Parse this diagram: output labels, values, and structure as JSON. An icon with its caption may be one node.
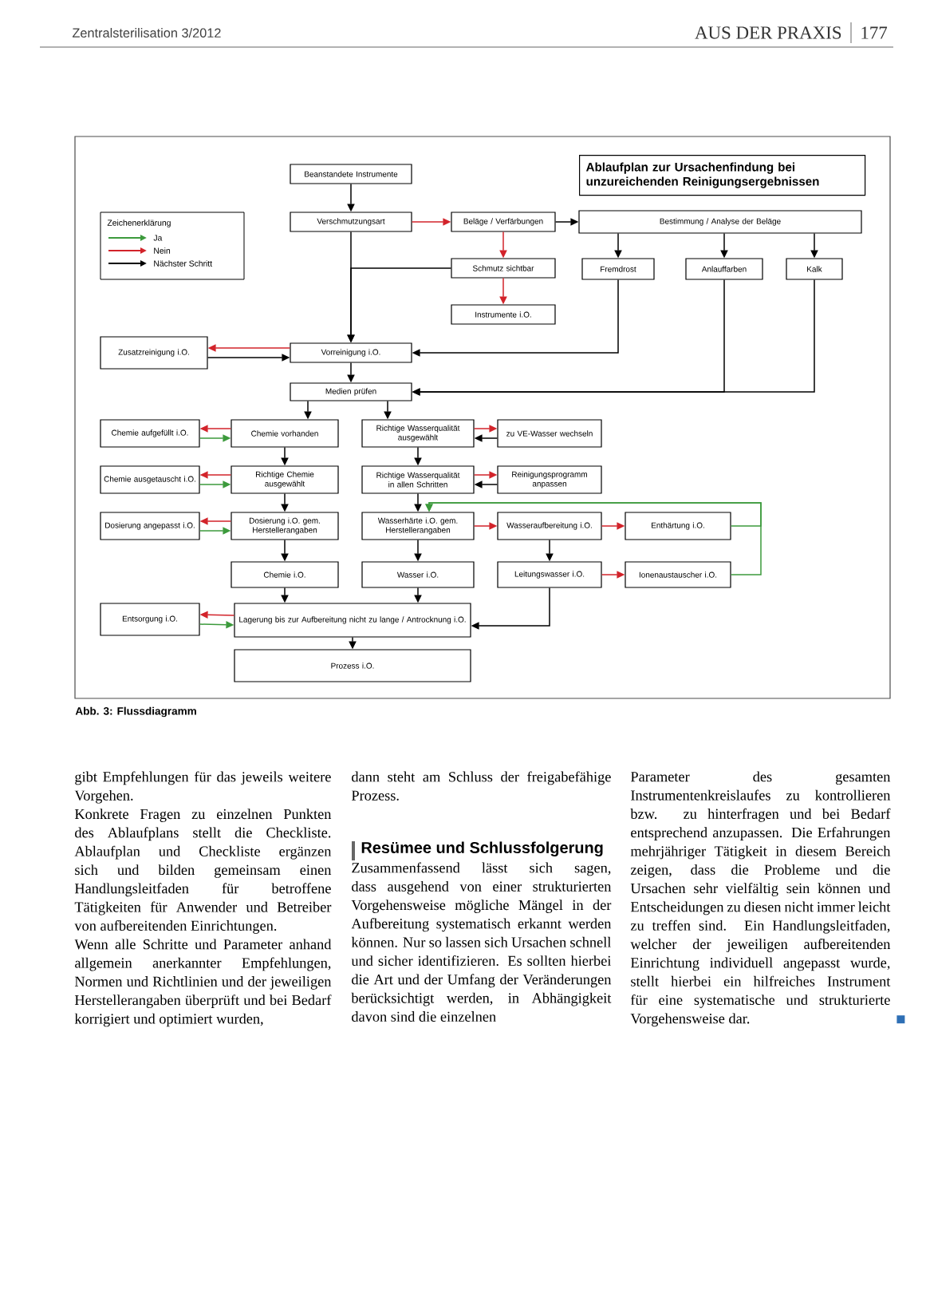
{
  "diagram": {
    "title": "Ablaufplan zur Ursachenfindung bei unzureichenden Reinigungsergebnissen",
    "caption": "Abb. 3: Flussdiagramm",
    "nodes": [
      {
        "text": [
          "Beanstandete Instrumente"
        ]
      },
      {
        "text": [
          "Verschmutzungsart"
        ]
      },
      {
        "text": [
          "Beläge / Verfärbungen"
        ]
      },
      {
        "text": [
          "Bestimmung / Analyse der Beläge"
        ]
      },
      {
        "text": [
          "Schmutz sichtbar"
        ]
      },
      {
        "text": [
          "Fremdrost"
        ]
      },
      {
        "text": [
          "Anlauffarben"
        ]
      },
      {
        "text": [
          "Kalk"
        ]
      },
      {
        "text": [
          "Instrumente i.O."
        ]
      },
      {
        "text": [
          "Zusatzreinigung i.O."
        ]
      },
      {
        "text": [
          "Vorreinigung i.O."
        ]
      },
      {
        "text": [
          "Medien prüfen"
        ]
      },
      {
        "text": [
          "Chemie aufgefüllt i.O."
        ]
      },
      {
        "text": [
          "Chemie vorhanden"
        ]
      },
      {
        "text": [
          "Richtige Wasserqualität ausgewählt"
        ]
      },
      {
        "text": [
          "zu VE-Wasser wechseln"
        ]
      },
      {
        "text": [
          "Chemie ausgetauscht i.O."
        ]
      },
      {
        "text": [
          "Richtige Chemie ausgewählt"
        ]
      },
      {
        "text": [
          "Richtige Wasserqualität in allen Schritten"
        ]
      },
      {
        "text": [
          "Reinigungsprogramm anpassen"
        ]
      },
      {
        "text": [
          "Dosierung angepasst i.O."
        ]
      },
      {
        "text": [
          "Dosierung i.O. gem. Herstellerangaben"
        ]
      },
      {
        "text": [
          "Wasserhärte i.O. gem. Herstellerangaben"
        ]
      },
      {
        "text": [
          "Wasseraufbereitung i.O."
        ]
      },
      {
        "text": [
          "Enthärtung i.O."
        ]
      },
      {
        "text": [
          "Chemie i.O."
        ]
      },
      {
        "text": [
          "Wasser i.O."
        ]
      },
      {
        "text": [
          "Leitungswasser i.O."
        ]
      },
      {
        "text": [
          "Ionenaustauscher i.O."
        ]
      },
      {
        "text": [
          "Entsorgung i.O."
        ]
      },
      {
        "text": [
          "Lagerung bis zur Aufbereitung nicht zu lange / Antrocknung i.O."
        ]
      },
      {
        "text": [
          "Prozess i.O."
        ]
      }
    ],
    "edges": [
      {
        "from": 0,
        "to": 1,
        "arrow": "to"
      },
      {
        "from": 1,
        "to": 2,
        "arrow": "to",
        "color": "#d2232a"
      },
      {
        "from": 2,
        "to": 3,
        "arrow": "to"
      },
      {
        "from": 2,
        "to": 4,
        "arrow": "to",
        "color": "#d2232a"
      },
      {
        "from": 4,
        "to": 8,
        "arrow": "to",
        "color": "#d2232a"
      },
      {
        "from": 3,
        "to": 5,
        "arrow": "to"
      },
      {
        "from": 3,
        "to": 6,
        "arrow": "to"
      },
      {
        "from": 3,
        "to": 7,
        "arrow": "to"
      },
      {
        "from": 1,
        "to": 10,
        "arrow": "to"
      },
      {
        "from": 4,
        "to": 10,
        "arrow": "to"
      },
      {
        "from": 5,
        "to": 10,
        "arrow": "to"
      },
      {
        "from": 10,
        "to": 9,
        "arrow": "to",
        "color": "#d2232a"
      },
      {
        "from": 9,
        "to": 10,
        "arrow": "to"
      },
      {
        "from": 10,
        "to": 11,
        "arrow": "to"
      },
      {
        "from": 6,
        "to": 11,
        "arrow": "to"
      },
      {
        "from": 7,
        "to": 11,
        "arrow": "to"
      },
      {
        "from": 11,
        "to": 13,
        "arrow": "to"
      },
      {
        "from": 11,
        "to": 14,
        "arrow": "to"
      },
      {
        "from": 13,
        "to": 12,
        "arrow": "to",
        "color": "#d2232a"
      },
      {
        "from": 12,
        "to": 13,
        "arrow": "to",
        "color": "#3c9a3c"
      },
      {
        "from": 13,
        "to": 17,
        "arrow": "to"
      },
      {
        "from": 17,
        "to": 16,
        "arrow": "to",
        "color": "#d2232a"
      },
      {
        "from": 16,
        "to": 17,
        "arrow": "to",
        "color": "#3c9a3c"
      },
      {
        "from": 17,
        "to": 21,
        "arrow": "to"
      },
      {
        "from": 21,
        "to": 20,
        "arrow": "to",
        "color": "#d2232a"
      },
      {
        "from": 20,
        "to": 21,
        "arrow": "to",
        "color": "#3c9a3c"
      },
      {
        "from": 21,
        "to": 25,
        "arrow": "to"
      },
      {
        "from": 14,
        "to": 15,
        "arrow": "to",
        "color": "#d2232a"
      },
      {
        "from": 15,
        "to": 14,
        "arrow": "to"
      },
      {
        "from": 14,
        "to": 18,
        "arrow": "to"
      },
      {
        "from": 18,
        "to": 19,
        "arrow": "to",
        "color": "#d2232a"
      },
      {
        "from": 19,
        "to": 18,
        "arrow": "to"
      },
      {
        "from": 18,
        "to": 22,
        "arrow": "to"
      },
      {
        "from": 22,
        "to": 23,
        "arrow": "to",
        "color": "#d2232a"
      },
      {
        "from": 23,
        "to": 24,
        "arrow": "to",
        "color": "#d2232a"
      },
      {
        "from": 23,
        "to": 27,
        "arrow": "to"
      },
      {
        "from": 24,
        "to": 22,
        "arrow": "to",
        "color": "#3c9a3c"
      },
      {
        "from": 28,
        "to": 22,
        "arrow": "to",
        "color": "#3c9a3c"
      },
      {
        "from": 27,
        "to": 28,
        "arrow": "to",
        "color": "#d2232a"
      },
      {
        "from": 22,
        "to": 26,
        "arrow": "to"
      },
      {
        "from": 25,
        "to": 30,
        "arrow": "to"
      },
      {
        "from": 26,
        "to": 30,
        "arrow": "to"
      },
      {
        "from": 27,
        "to": 30,
        "arrow": "to"
      },
      {
        "from": 30,
        "to": 29,
        "arrow": "to",
        "color": "#d2232a"
      },
      {
        "from": 29,
        "to": 30,
        "arrow": "to",
        "color": "#3c9a3c"
      },
      {
        "from": 30,
        "to": 31,
        "arrow": "to"
      }
    ],
    "labels": [
      "Zentralsterilisation 3/2012",
      "AUS DER PRAXIS",
      "177",
      "Zeichenerklärung",
      "gibt Empfehlungen für das jeweils weitere Vorgehen.",
      "Konkrete Fragen zu einzelnen Punkten des Ablaufplans stellt die Checkliste. Ablaufplan und Checkliste ergänzen sich und bilden gemeinsam einen Handlungsleitfaden für betroffene Tätigkeiten für Anwender und Betreiber von aufbereitenden Einrichtungen.",
      "Wenn alle Schritte und Parameter anhand allgemein anerkannter Empfehlungen, Normen und Richtlinien und der jeweiligen Herstellerangaben überprüft und bei Bedarf korrigiert und optimiert wurden,",
      "dann steht am Schluss der freigabefähige Prozess.",
      "Resümee und Schlussfolgerung",
      "Zusammenfassend lässt sich sagen, dass ausgehend von einer strukturierten Vorgehensweise mögliche Mängel in der Aufbereitung systematisch erkannt werden können. Nur so lassen sich Ursachen schnell und sicher identifizieren. Es sollten hierbei die Art und der Umfang der Veränderungen berücksichtigt werden, in Abhängigkeit davon sind die einzelnen",
      "Parameter des gesamten Instrumentenkreislaufes zu kontrollieren bzw. zu hinterfragen und bei Bedarf entsprechend anzupassen. Die Erfahrungen mehrjähriger Tätigkeit in diesem Bereich zeigen, dass die Probleme und die Ursachen sehr vielfältig sein können und Entscheidungen zu diesen nicht immer leicht zu treffen sind. Ein Handlungsleitfaden, welcher der jeweiligen aufbereitenden Einrichtung individuell angepasst wurde, stellt hierbei ein hilfreiches Instrument für eine systematische und strukturierte Vorgehensweise dar."
    ],
    "legend": [
      {
        "text": "Ja",
        "color": "#3c9a3c"
      },
      {
        "text": "Nein",
        "color": "#d2232a"
      },
      {
        "text": "Nächster Schritt",
        "color": "#000000"
      }
    ]
  }
}
